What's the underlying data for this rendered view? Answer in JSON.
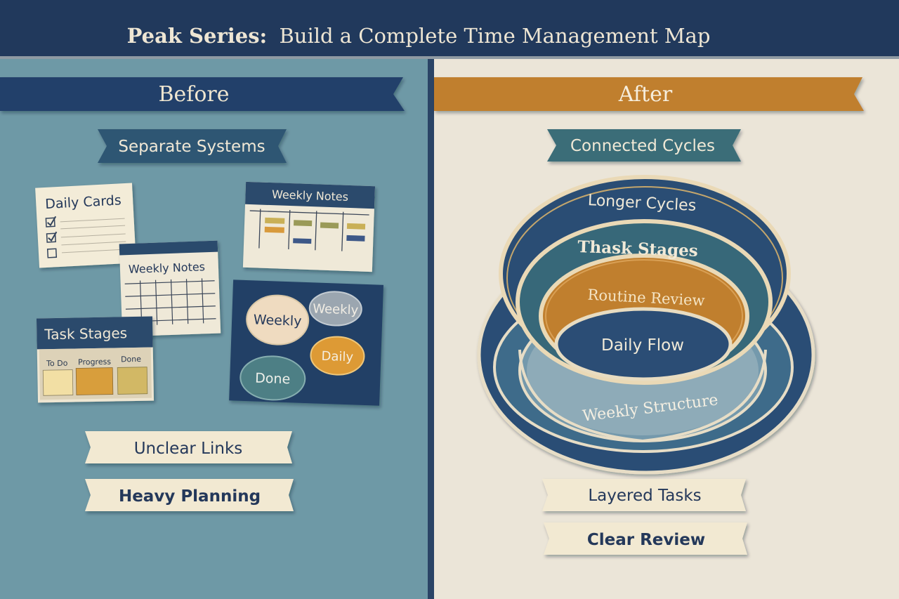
{
  "header": {
    "title_bold": "Peak Series:",
    "title_rest": "Build a Complete Time Management Map"
  },
  "before": {
    "banner": "Before",
    "subtitle": "Separate Systems",
    "daily_cards": {
      "title": "Daily Cards"
    },
    "weekly_notes_top": {
      "title": "Weekly Notes"
    },
    "weekly_notes_mid": {
      "title": "Weekly Notes"
    },
    "task_stages": {
      "title": "Task Stages",
      "columns": [
        "To Do",
        "Progress",
        "Done"
      ]
    },
    "bubbles": [
      "Weekly",
      "Weekly",
      "Daily",
      "Done"
    ],
    "tags": [
      "Unclear Links",
      "Heavy Planning"
    ]
  },
  "after": {
    "banner": "After",
    "subtitle": "Connected Cycles",
    "rings": {
      "longer": "Longer Cycles",
      "task": "Thask Stages",
      "routine": "Routine Review",
      "daily": "Daily Flow",
      "weekly": "Weekly Structure"
    },
    "tags": [
      "Layered Tasks",
      "Clear Review"
    ]
  },
  "colors": {
    "navy": "#21395c",
    "left_bg": "#6e99a6",
    "right_bg": "#ebe5d8",
    "amber": "#c07f2e",
    "teal": "#3b6d78",
    "cream": "#f2e9d2"
  }
}
